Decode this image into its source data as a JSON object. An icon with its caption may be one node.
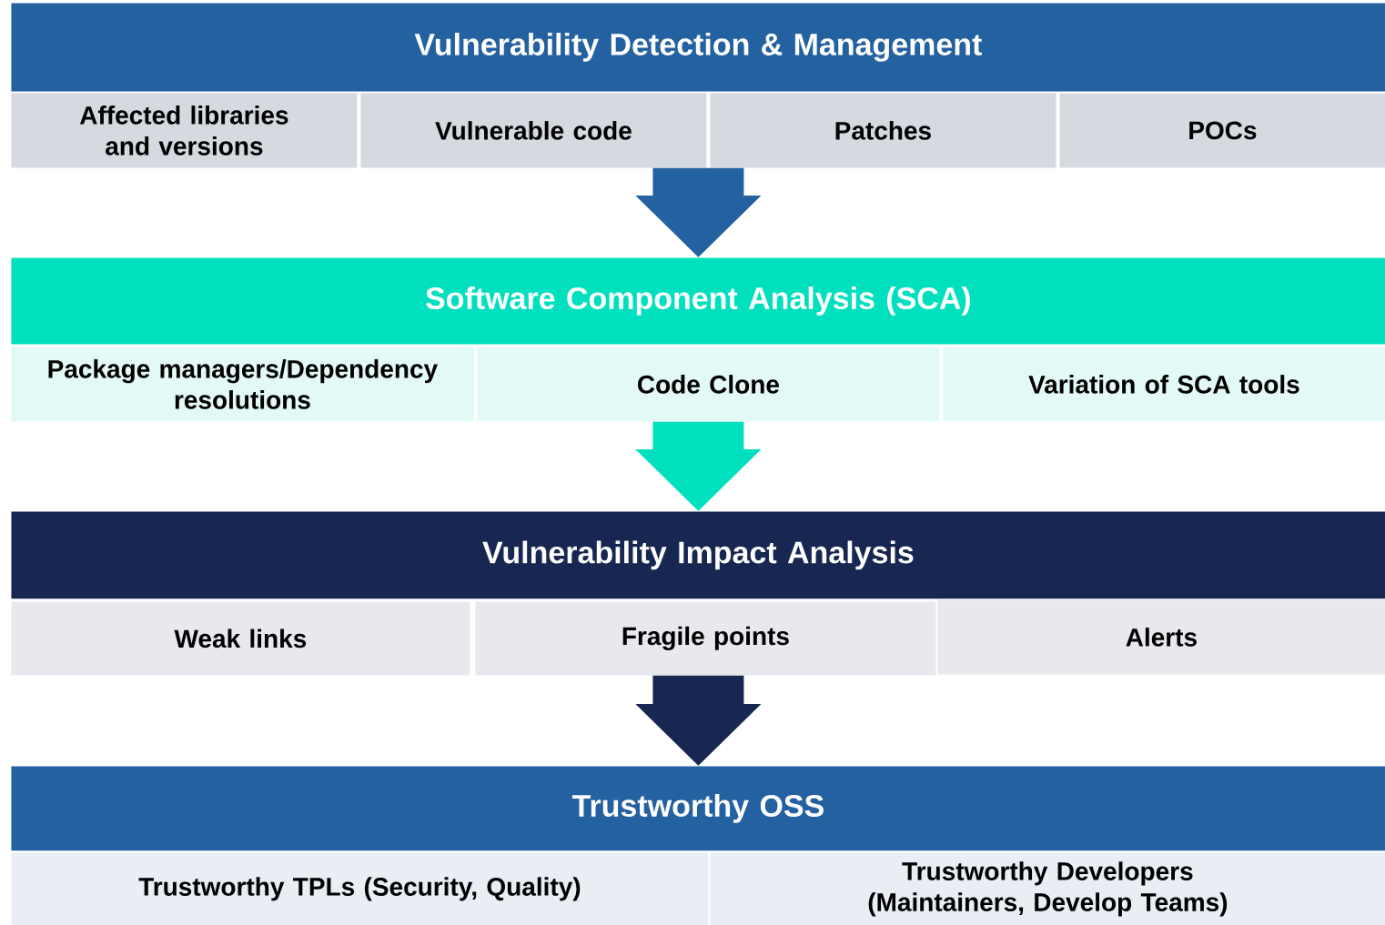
{
  "diagram": {
    "nodes": [
      {
        "text": [
          "Vulnerability Detection & Management"
        ]
      },
      {
        "text": [
          "Affected libraries and versions"
        ]
      },
      {
        "text": [
          "Vulnerable code"
        ]
      },
      {
        "text": [
          "Patches"
        ]
      },
      {
        "text": [
          "POCs"
        ]
      },
      {
        "text": [
          "Software Component Analysis (SCA)"
        ]
      },
      {
        "text": [
          "Package managers/Dependency resolutions"
        ]
      },
      {
        "text": [
          "Code Clone"
        ]
      },
      {
        "text": [
          "Variation of SCA tools"
        ]
      },
      {
        "text": [
          "Vulnerability Impact Analysis"
        ]
      },
      {
        "text": [
          "Weak links"
        ]
      },
      {
        "text": [
          "Fragile points"
        ]
      },
      {
        "text": [
          "Alerts"
        ]
      },
      {
        "text": [
          "Trustworthy OSS"
        ]
      },
      {
        "text": [
          "Trustworthy TPLs (Security, Quality)"
        ]
      },
      {
        "text": [
          "Trustworthy Developers (Maintainers, Develop Teams)"
        ]
      }
    ],
    "edges": [
      {
        "from": 2,
        "to": 5,
        "arrow": "to",
        "color": "#2461a0"
      },
      {
        "from": 7,
        "to": 9,
        "arrow": "to",
        "color": "#00e0bf"
      },
      {
        "from": 11,
        "to": 13,
        "arrow": "to",
        "color": "#172752"
      }
    ]
  }
}
